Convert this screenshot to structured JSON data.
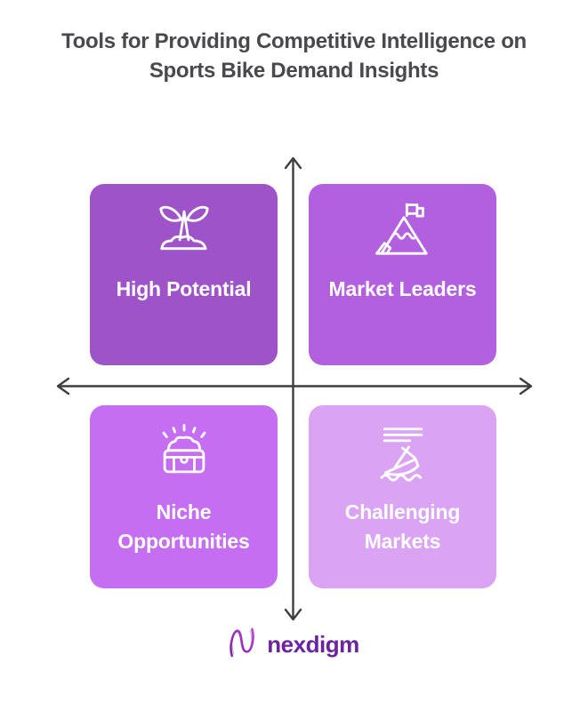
{
  "title": {
    "line1": "Tools for Providing Competitive Intelligence on",
    "line2": "Sports Bike Demand Insights",
    "color": "#47494d"
  },
  "axes": {
    "color": "#3e3e40"
  },
  "quadrants": [
    {
      "label": "High Potential",
      "icon": "sprout-icon",
      "color": "#9e54c8",
      "position": "top-left"
    },
    {
      "label": "Market Leaders",
      "icon": "mountain-flag-icon",
      "color": "#b25fe0",
      "position": "top-right"
    },
    {
      "label": "Niche Opportunities",
      "icon": "treasure-chest-icon",
      "color": "#c56ef1",
      "position": "bottom-left"
    },
    {
      "label": "Challenging Markets",
      "icon": "sinking-ship-icon",
      "color": "#daa3f3",
      "position": "bottom-right"
    }
  ],
  "footer": {
    "logo_text": "nexdigm",
    "logo_color": "#69249e"
  }
}
